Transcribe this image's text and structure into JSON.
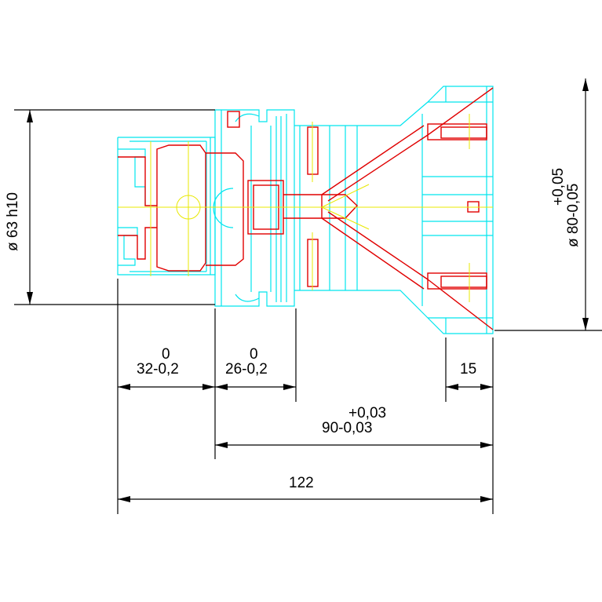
{
  "drawing": {
    "dimensions": {
      "len_32": {
        "upper": "0",
        "nominal": "32-0,2"
      },
      "len_26": {
        "upper": "0",
        "nominal": "26-0,2"
      },
      "len_15": {
        "value": "15"
      },
      "len_90": {
        "upper": "+0,03",
        "nominal": "90-0,03"
      },
      "len_122": {
        "value": "122"
      },
      "dia_63": {
        "value": "ø 63 h10"
      },
      "dia_80": {
        "upper": "+0,05",
        "nominal": "ø 80-0,05"
      }
    },
    "colors": {
      "outline": "#00e5ee",
      "section": "#e00000",
      "centerline": "#e8e800",
      "dimension": "#000000"
    }
  }
}
